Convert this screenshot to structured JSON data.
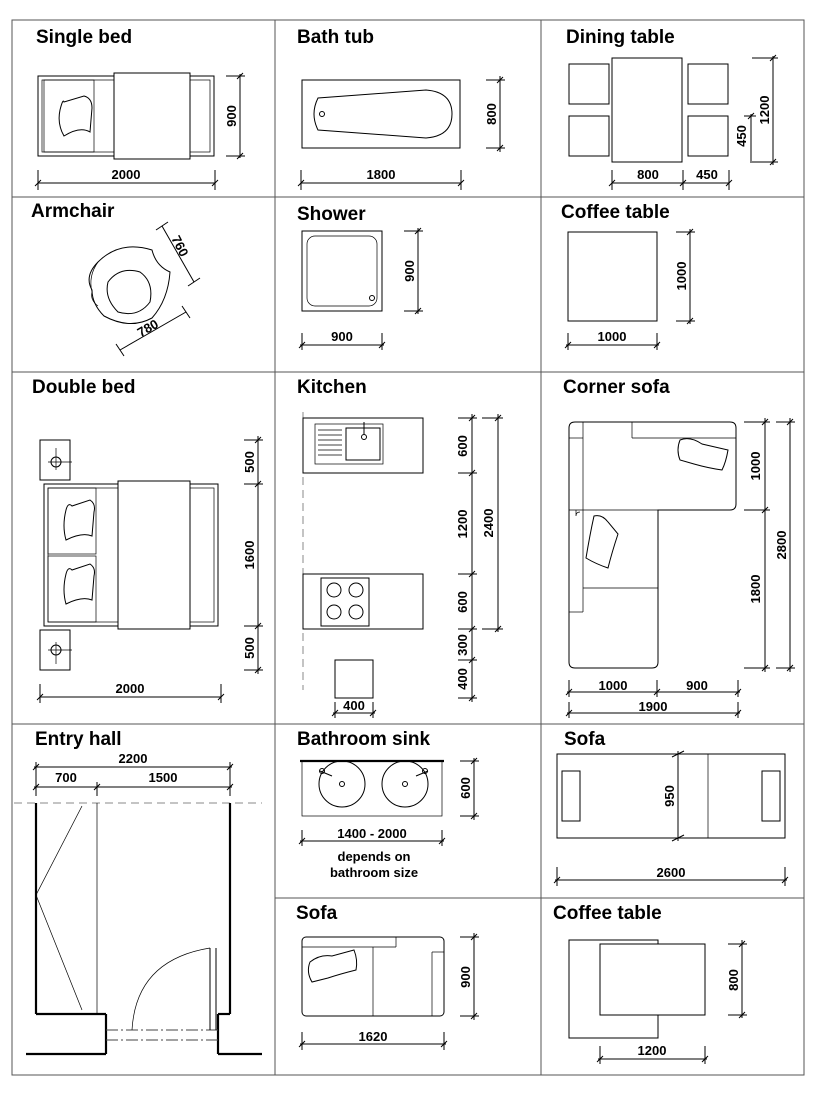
{
  "cells": {
    "single_bed": {
      "title": "Single bed",
      "width": "2000",
      "depth": "900"
    },
    "bath_tub": {
      "title": "Bath tub",
      "width": "1800",
      "depth": "800"
    },
    "dining_table": {
      "title": "Dining table",
      "width": "800",
      "side": "450",
      "chair": "450",
      "depth": "1200"
    },
    "armchair": {
      "title": "Armchair",
      "width": "780",
      "depth": "760"
    },
    "shower": {
      "title": "Shower",
      "width": "900",
      "depth": "900"
    },
    "coffee_table_1": {
      "title": "Coffee table",
      "width": "1000",
      "depth": "1000"
    },
    "double_bed": {
      "title": "Double bed",
      "width": "2000",
      "top": "500",
      "middle": "1600",
      "bottom": "500"
    },
    "kitchen": {
      "title": "Kitchen",
      "d1": "600",
      "d2": "1200",
      "d3": "600",
      "d4": "300",
      "d5": "400",
      "total": "2400",
      "width": "400"
    },
    "corner_sofa": {
      "title": "Corner sofa",
      "w1": "1000",
      "w2": "900",
      "total_w": "1900",
      "h1": "1000",
      "h2": "1800",
      "total_h": "2800"
    },
    "entry_hall": {
      "title": "Entry hall",
      "total": "2200",
      "left": "700",
      "right": "1500"
    },
    "bathroom_sink": {
      "title": "Bathroom sink",
      "width": "1400 - 2000",
      "depth": "600",
      "note_1": "depends on",
      "note_2": "bathroom size"
    },
    "sofa_large": {
      "title": "Sofa",
      "width": "2600",
      "depth": "950"
    },
    "sofa_small": {
      "title": "Sofa",
      "width": "1620",
      "depth": "900"
    },
    "coffee_table_2": {
      "title": "Coffee table",
      "width": "1200",
      "depth": "800"
    }
  },
  "icons": [
    "pillow-icon",
    "sink-icon",
    "hob-icon",
    "door-swing-icon",
    "faucet-icon"
  ]
}
